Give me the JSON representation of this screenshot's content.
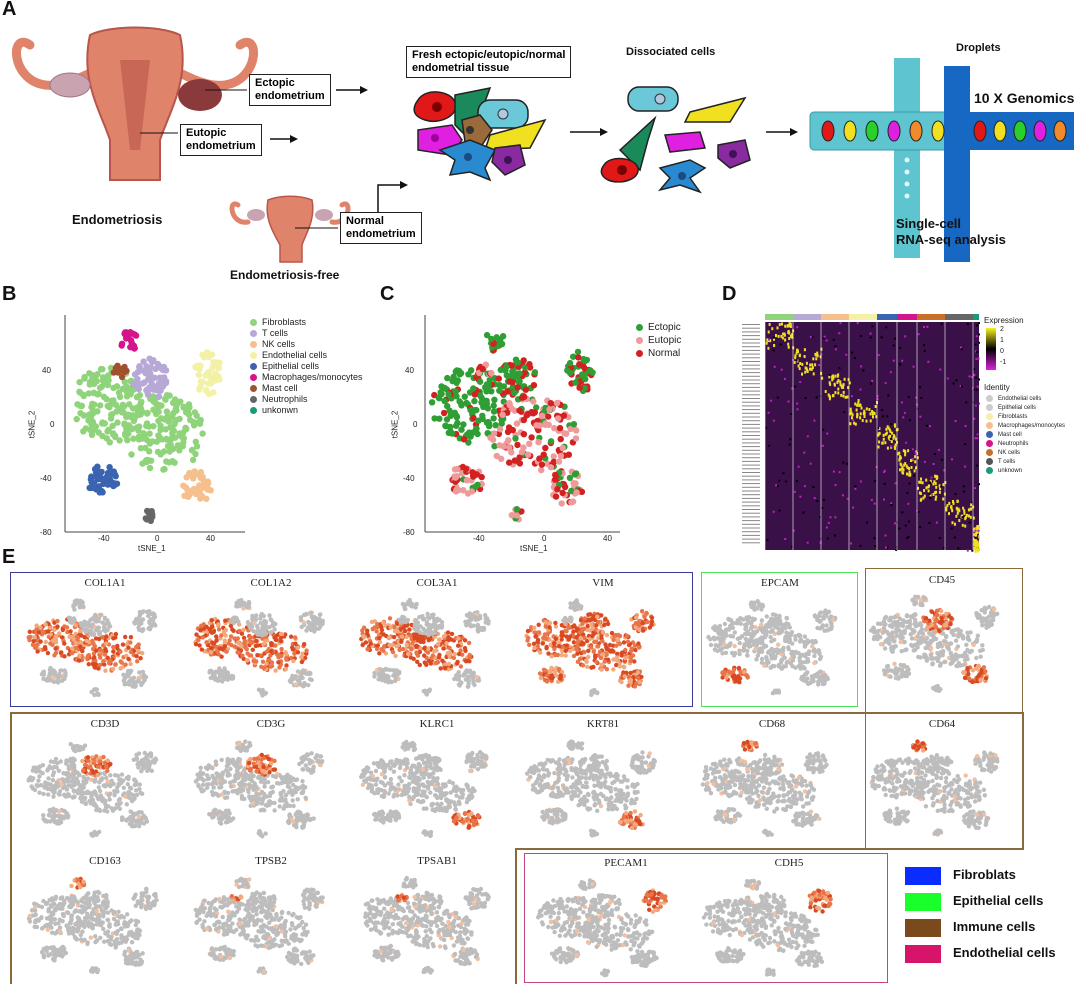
{
  "panels": {
    "A": "A",
    "B": "B",
    "C": "C",
    "D": "D",
    "E": "E"
  },
  "panel_a": {
    "ectopic_box": "Ectopic\nendometrium",
    "eutopic_box": "Eutopic\nendometrium",
    "normal_box": "Normal\nendometrium",
    "endometriosis": "Endometriosis",
    "endometriosis_free": "Endometriosis-free",
    "fresh_box": "Fresh ectopic/eutopic/normal\nendometrial tissue",
    "dissociated": "Dissociated cells",
    "droplets": "Droplets",
    "genomics": "10 X Genomics",
    "analysis": "Single-cell\nRNA-seq analysis"
  },
  "panel_b": {
    "xlabel": "tSNE_1",
    "ylabel": "tSNE_2",
    "yticks": [
      "40",
      "0",
      "-40",
      "-80"
    ],
    "xticks": [
      "-40",
      "0",
      "40"
    ],
    "legend": [
      {
        "label": "Fibroblasts",
        "color": "#8fd37a"
      },
      {
        "label": "T cells",
        "color": "#b7a8d6"
      },
      {
        "label": "NK cells",
        "color": "#f6c08e"
      },
      {
        "label": "Endothelial cells",
        "color": "#f3f1a6"
      },
      {
        "label": "Epithelial cells",
        "color": "#3a63b0"
      },
      {
        "label": "Macrophages/monocytes",
        "color": "#d3148a"
      },
      {
        "label": "Mast cell",
        "color": "#a0522d"
      },
      {
        "label": "Neutrophils",
        "color": "#666666"
      },
      {
        "label": "unkonwn",
        "color": "#1a9a7a"
      }
    ]
  },
  "panel_c": {
    "xlabel": "tSNE_1",
    "ylabel": "tSNE_2",
    "yticks": [
      "40",
      "0",
      "-40",
      "-80"
    ],
    "xticks": [
      "-40",
      "0",
      "40"
    ],
    "legend": [
      {
        "label": "Ectopic",
        "color": "#2e9e35"
      },
      {
        "label": "Eutopic",
        "color": "#ef9a9a"
      },
      {
        "label": "Normal",
        "color": "#d32020"
      }
    ]
  },
  "panel_d": {
    "expression_title": "Expression",
    "expression_ticks": [
      "2",
      "1",
      "0",
      "-1"
    ],
    "identity_title": "Identity",
    "identity": [
      {
        "label": "Endothelial cells",
        "color": "#cccccc"
      },
      {
        "label": "Epithelial cells",
        "color": "#cccccc"
      },
      {
        "label": "Fibroblasts",
        "color": "#f3f1a6"
      },
      {
        "label": "Macrophages/monocytes",
        "color": "#f6c08e"
      },
      {
        "label": "Mast cell",
        "color": "#3a63b0"
      },
      {
        "label": "Neutrophils",
        "color": "#d3148a"
      },
      {
        "label": "NK cells",
        "color": "#c8702a"
      },
      {
        "label": "T cells",
        "color": "#555555"
      },
      {
        "label": "unknown",
        "color": "#1a9a7a"
      }
    ]
  },
  "genes": {
    "row1": [
      "COL1A1",
      "COL1A2",
      "COL3A1",
      "VIM",
      "EPCAM",
      "CD45"
    ],
    "row2": [
      "CD3D",
      "CD3G",
      "KLRC1",
      "KRT81",
      "CD68",
      "CD64"
    ],
    "row3": [
      "CD163",
      "TPSB2",
      "TPSAB1",
      "PECAM1",
      "CDH5"
    ]
  },
  "legend_e": [
    {
      "label": "Fibroblats",
      "color": "#0a2cff"
    },
    {
      "label": "Epithelial cells",
      "color": "#19ff2a"
    },
    {
      "label": "Immune cells",
      "color": "#7a4a1c"
    },
    {
      "label": "Endothelial cells",
      "color": "#d6156a"
    }
  ],
  "colors": {
    "uterus": "#e0836b",
    "uterus_dark": "#b9554a",
    "ovary": "#c9a3b0",
    "fibro_box": "#3a3a9a",
    "epi_box": "#4fe05a",
    "immune_box": "#8a6a3a",
    "endo_box": "#c0487a",
    "tube_light": "#5ec4cf",
    "tube_dark": "#1768c2"
  }
}
